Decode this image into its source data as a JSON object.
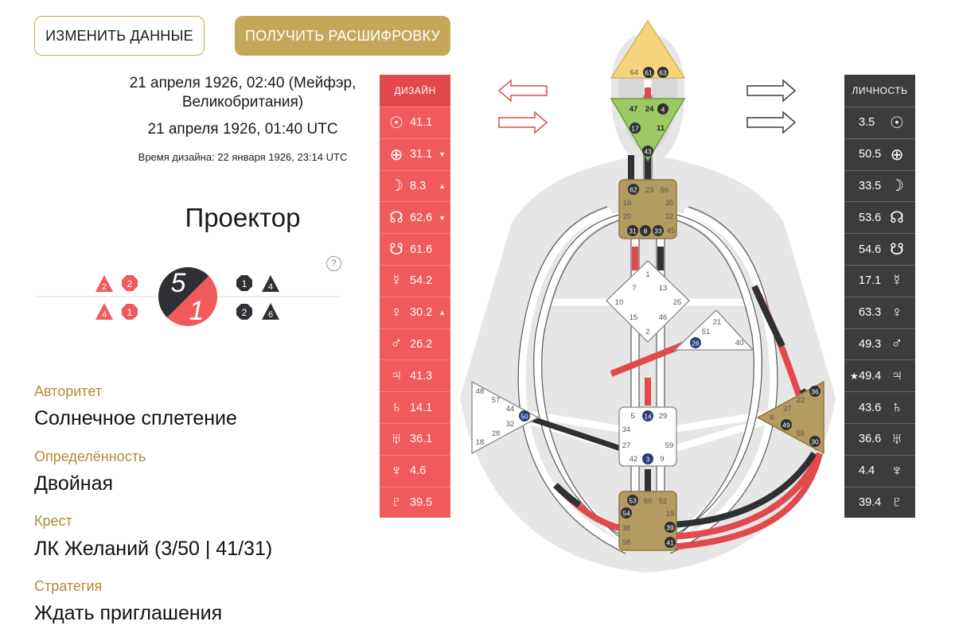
{
  "buttons": {
    "edit": "ИЗМЕНИТЬ ДАННЫЕ",
    "decode": "ПОЛУЧИТЬ РАСШИФРОВКУ"
  },
  "birth": {
    "local_line1": "21 апреля 1926, 02:40 (Мейфэр,",
    "local_line2": "Великобритания)",
    "utc": "21 апреля 1926, 01:40 UTC",
    "design_time": "Время дизайна: 22 января 1926, 23:14 UTC"
  },
  "type": "Проектор",
  "help": "?",
  "profile": {
    "top": "5",
    "bottom": "1",
    "design_left": [
      {
        "shape": "triangle",
        "n": "2"
      },
      {
        "shape": "octagon",
        "n": "2"
      },
      {
        "shape": "triangle",
        "n": "4"
      },
      {
        "shape": "octagon",
        "n": "1"
      }
    ],
    "personality_right": [
      {
        "shape": "octagon",
        "n": "1"
      },
      {
        "shape": "triangle",
        "n": "4"
      },
      {
        "shape": "octagon",
        "n": "2"
      },
      {
        "shape": "triangle",
        "n": "6"
      }
    ]
  },
  "details": [
    {
      "label": "Авторитет",
      "value": "Солнечное сплетение"
    },
    {
      "label": "Определённость",
      "value": "Двойная"
    },
    {
      "label": "Крест",
      "value": "ЛК Желаний (3/50 | 41/31)"
    },
    {
      "label": "Стратегия",
      "value": "Ждать приглашения"
    }
  ],
  "design": {
    "title": "ДИЗАЙН",
    "rows": [
      {
        "sym": "☉",
        "val": "41.1",
        "mark": ""
      },
      {
        "sym": "⊕",
        "val": "31.1",
        "mark": "▼"
      },
      {
        "sym": "☽",
        "val": "8.3",
        "mark": "▲"
      },
      {
        "sym": "☊",
        "val": "62.6",
        "mark": "▼"
      },
      {
        "sym": "☋",
        "val": "61.6",
        "mark": ""
      },
      {
        "sym": "☿",
        "val": "54.2",
        "mark": ""
      },
      {
        "sym": "♀",
        "val": "30.2",
        "mark": "▲"
      },
      {
        "sym": "♂",
        "val": "26.2",
        "mark": ""
      },
      {
        "sym": "♃",
        "val": "41.3",
        "mark": ""
      },
      {
        "sym": "♄",
        "val": "14.1",
        "mark": ""
      },
      {
        "sym": "♅",
        "val": "36.1",
        "mark": ""
      },
      {
        "sym": "♆",
        "val": "4.6",
        "mark": ""
      },
      {
        "sym": "♇",
        "val": "39.5",
        "mark": ""
      }
    ]
  },
  "personality": {
    "title": "ЛИЧНОСТЬ",
    "rows": [
      {
        "sym": "☉",
        "val": "3.5",
        "mark": ""
      },
      {
        "sym": "⊕",
        "val": "50.5",
        "mark": ""
      },
      {
        "sym": "☽",
        "val": "33.5",
        "mark": ""
      },
      {
        "sym": "☊",
        "val": "53.6",
        "mark": ""
      },
      {
        "sym": "☋",
        "val": "54.6",
        "mark": ""
      },
      {
        "sym": "☿",
        "val": "17.1",
        "mark": ""
      },
      {
        "sym": "♀",
        "val": "63.3",
        "mark": ""
      },
      {
        "sym": "♂",
        "val": "49.3",
        "mark": ""
      },
      {
        "sym": "♃",
        "val": "49.4",
        "mark": "★"
      },
      {
        "sym": "♄",
        "val": "43.6",
        "mark": ""
      },
      {
        "sym": "♅",
        "val": "36.6",
        "mark": ""
      },
      {
        "sym": "♆",
        "val": "4.4",
        "mark": ""
      },
      {
        "sym": "♇",
        "val": "39.4",
        "mark": ""
      }
    ]
  },
  "colors": {
    "design": "#f05a5d",
    "personality": "#3b3c3e",
    "accent": "#c6a759",
    "head": "#f6d47c",
    "ajna": "#9cc865",
    "defined": "#b39b61"
  },
  "bodygraph": {
    "head_gates": [
      "64",
      "61",
      "63"
    ],
    "ajna_gates": [
      "47",
      "24",
      "4",
      "17",
      "11",
      "43"
    ],
    "throat_gates": [
      "62",
      "23",
      "56",
      "16",
      "35",
      "20",
      "12",
      "31",
      "8",
      "33",
      "45"
    ],
    "g_gates": [
      "1",
      "7",
      "13",
      "10",
      "25",
      "15",
      "46",
      "2"
    ],
    "ego_gates": [
      "21",
      "51",
      "26",
      "40"
    ],
    "spleen_gates": [
      "48",
      "57",
      "44",
      "50",
      "32",
      "28",
      "18"
    ],
    "sacral_gates": [
      "5",
      "14",
      "29",
      "34",
      "27",
      "59",
      "42",
      "3",
      "9"
    ],
    "solar_gates": [
      "36",
      "22",
      "37",
      "6",
      "49",
      "55",
      "30"
    ],
    "root_gates": [
      "53",
      "60",
      "52",
      "54",
      "19",
      "38",
      "39",
      "58",
      "41"
    ]
  }
}
